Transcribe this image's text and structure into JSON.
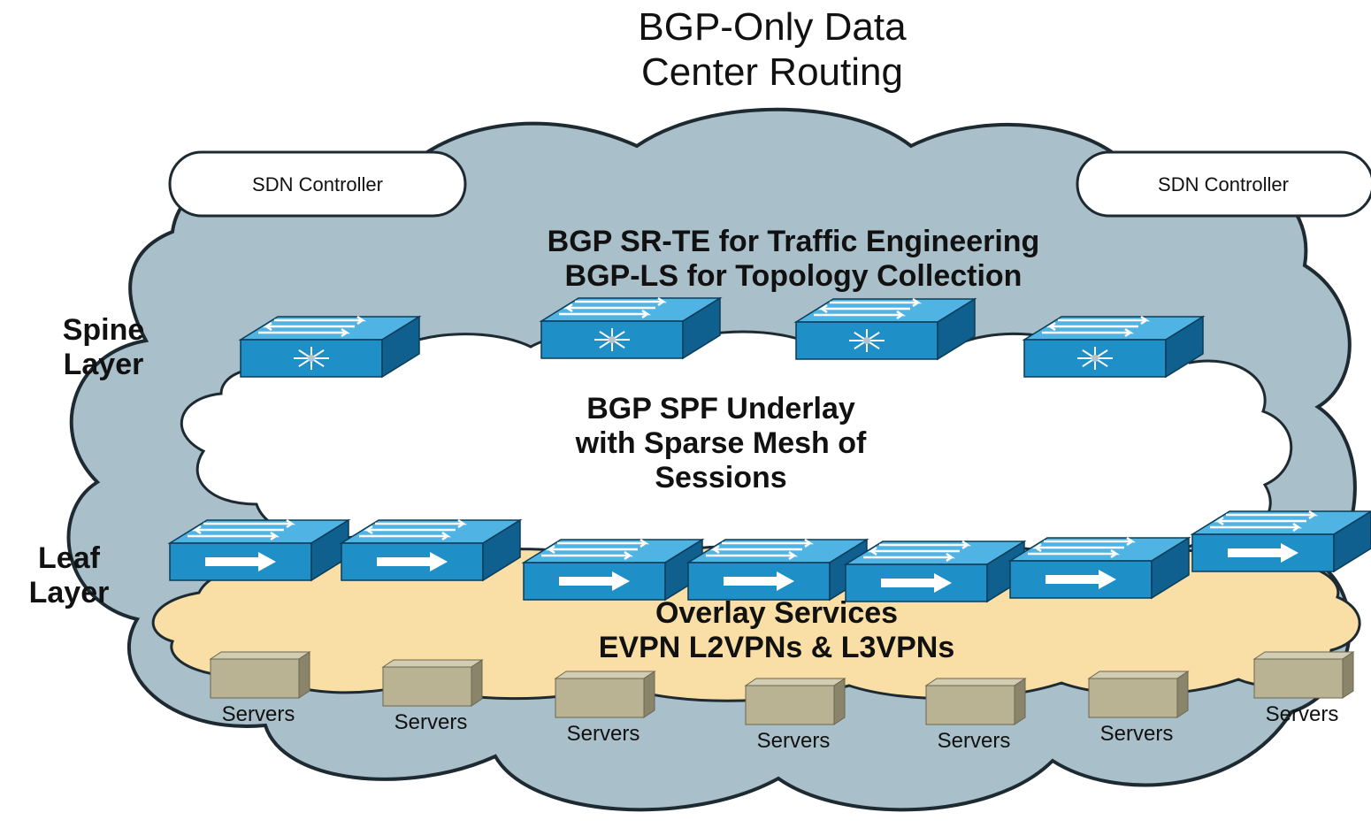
{
  "title_lines": [
    "BGP-Only Data",
    "Center Routing"
  ],
  "controllers": [
    {
      "label": "SDN Controller"
    },
    {
      "label": "SDN Controller"
    }
  ],
  "control_plane_lines": [
    "BGP SR-TE for Traffic Engineering",
    "BGP-LS for Topology Collection"
  ],
  "spine_layer_lines": [
    "Spine",
    "Layer"
  ],
  "underlay_lines": [
    "BGP SPF Underlay",
    "with Sparse Mesh of",
    "Sessions"
  ],
  "leaf_layer_lines": [
    "Leaf",
    "Layer"
  ],
  "overlay_lines": [
    "Overlay Services",
    "EVPN L2VPNs & L3VPNs"
  ],
  "spine_switch_count": 4,
  "leaf_switch_count": 7,
  "servers_label": "Servers",
  "server_count": 7,
  "colors": {
    "outer_cloud": "#a9bfc9",
    "cloud_outline": "#1e2a31",
    "underlay_cloud": "#ffffff",
    "overlay_cloud": "#f9dfa5",
    "switch_blue": "#1f8fc8",
    "server_tan": "#b9b394",
    "text": "#111111"
  }
}
